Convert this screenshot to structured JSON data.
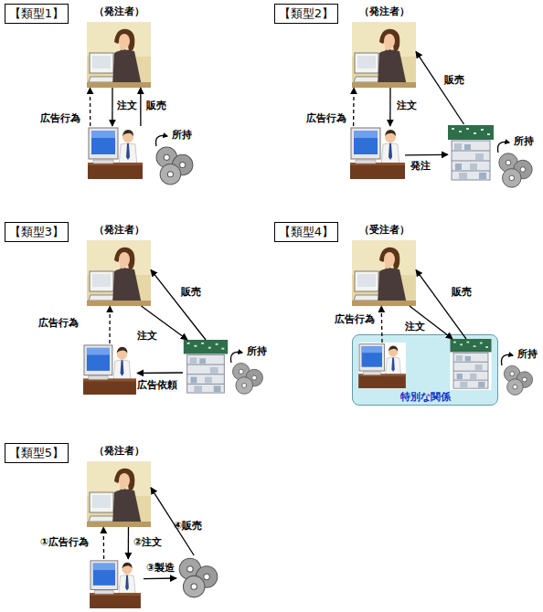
{
  "diagram": {
    "nodes": [
      {
        "text": [
          "【類型1】"
        ]
      },
      {
        "text": [
          "（発注者）"
        ]
      },
      {
        "text": []
      },
      {
        "text": [
          "所持"
        ]
      },
      {
        "text": [
          "【類型2】"
        ]
      },
      {
        "text": [
          "（発注者）"
        ]
      },
      {
        "text": []
      },
      {
        "text": []
      },
      {
        "text": [
          "所持"
        ]
      },
      {
        "text": [
          "【類型3】"
        ]
      },
      {
        "text": [
          "（発注者）"
        ]
      },
      {
        "text": []
      },
      {
        "text": []
      },
      {
        "text": [
          "所持"
        ]
      },
      {
        "text": [
          "【類型4】"
        ]
      },
      {
        "text": [
          "（受注者）"
        ]
      },
      {
        "text": [
          "特別な関係"
        ]
      },
      {
        "text": [],
        "in": 16
      },
      {
        "text": [],
        "in": 16
      },
      {
        "text": [
          "所持"
        ]
      },
      {
        "text": [
          "【類型5】"
        ]
      },
      {
        "text": [
          "（発注者）"
        ]
      },
      {
        "text": []
      },
      {
        "text": []
      }
    ],
    "edges": [
      {
        "from": 2,
        "to": 1,
        "label": "広告行為",
        "arrow": "to"
      },
      {
        "from": 1,
        "to": 2,
        "label": "注文",
        "arrow": "to"
      },
      {
        "from": 2,
        "to": 1,
        "label": "販売",
        "arrow": "to"
      },
      {
        "from": 6,
        "to": 5,
        "label": "広告行為",
        "arrow": "to"
      },
      {
        "from": 5,
        "to": 6,
        "label": "注文",
        "arrow": "to"
      },
      {
        "from": 6,
        "to": 7,
        "label": "発注",
        "arrow": "to"
      },
      {
        "from": 7,
        "to": 5,
        "label": "販売",
        "arrow": "to"
      },
      {
        "from": 11,
        "to": 10,
        "label": "広告行為",
        "arrow": "to"
      },
      {
        "from": 10,
        "to": 12,
        "label": "注文",
        "arrow": "to"
      },
      {
        "from": 12,
        "to": 11,
        "label": "広告依頼",
        "arrow": "to"
      },
      {
        "from": 12,
        "to": 10,
        "label": "販売",
        "arrow": "to"
      },
      {
        "from": 17,
        "to": 15,
        "label": "広告行為",
        "arrow": "to"
      },
      {
        "from": 15,
        "to": 18,
        "label": "注文",
        "arrow": "to"
      },
      {
        "from": 18,
        "to": 15,
        "label": "販売",
        "arrow": "to"
      },
      {
        "from": 22,
        "to": 21,
        "label": "①広告行為",
        "arrow": "to"
      },
      {
        "from": 21,
        "to": 22,
        "label": "②注文",
        "arrow": "to"
      },
      {
        "from": 22,
        "to": 23,
        "label": "③製造",
        "arrow": "to"
      },
      {
        "from": 23,
        "to": 21,
        "label": "④販売",
        "arrow": "to"
      }
    ]
  }
}
